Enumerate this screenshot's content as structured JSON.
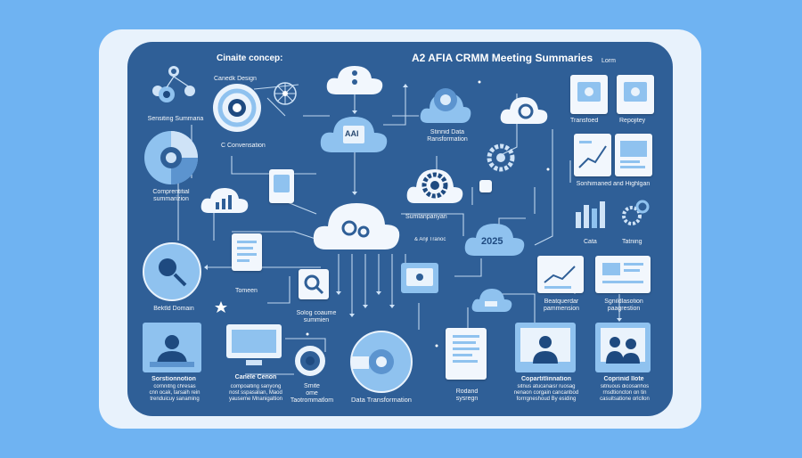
{
  "header": {
    "left_title": "Cinaite concep:",
    "main_title": "A2 AFIA CRMM Meeting Summaries",
    "corner_label": "Lorm"
  },
  "labels": {
    "caneda_design": "Canedk Design",
    "sensiting_summaria": "Sensiting Summaria",
    "c_conversation": "C Convensation",
    "compression_summarization": "Comprentitial\nsummarizion",
    "build_domain": "Bektld Domain",
    "tomeen": "Tomeen",
    "solog_consume": "Solog coaume\nsummien",
    "structured_data": "Stinnid Data\nRansformation",
    "summarization": "Sumlanpanyan",
    "small_note": "& Anjl Tranoc",
    "cloud_chip": "AAI",
    "year": "2025",
    "transform_flow": "Transfoed",
    "repository": "Repojitey",
    "sentiment_highlight": "Sonhimaned and Highlgan",
    "code": "Cata",
    "training": "Tatning",
    "background_parameters": "Beatquerdar\npammension",
    "signal_parameters": "Sgnildlasotion\npaagrestion",
    "sentimentation_card": "Sorstionnotion",
    "sentimentation_text": "cornnitng chresas\ncnn ocak, tarsaih rein\ntrenduicuy sanaming",
    "canele_cenon": "Canele Cenon",
    "canele_text": "compoalting sanyong\nnost sspasalian, Maod\nyauseme Mnanigaltion",
    "smite_transformation": "Smite\nome\nTaotrommatlom",
    "data_transformation": "Data Transformation",
    "rodiand_sysregn": "Rodand\nsysregn",
    "copartitinentation": "Copartitlinnation",
    "copartitinentation_text": "sitnus atucanaisr ruosag\nnenaon corgain cancanbod\nforrrgneshoud By esiding",
    "coprinid_llote": "Coprinid llote",
    "coprinid_llote_text": "sitnuous dicosanhos\nrnsdtioncton on tin\ncasuitsatione orlcllon"
  },
  "colors": {
    "background": "#6fb3f2",
    "frame": "#e8f2fc",
    "board": "#2f5f97",
    "accent_light": "#8fc2ef",
    "card": "#f2f7fd"
  }
}
